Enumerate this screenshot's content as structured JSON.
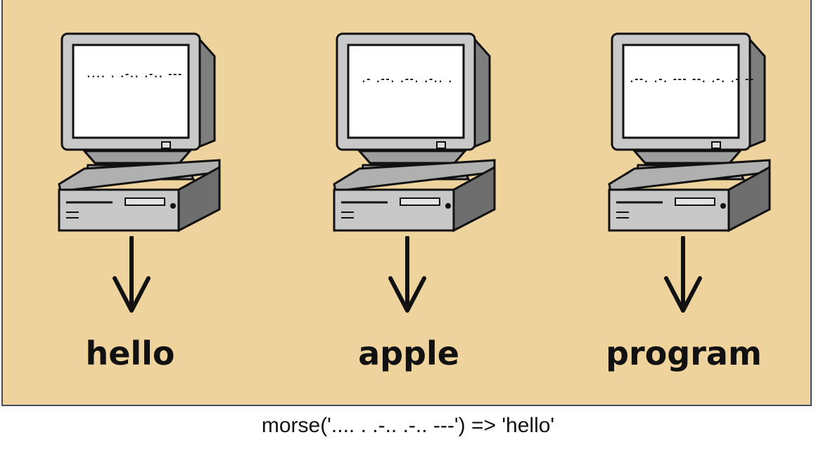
{
  "panels": [
    {
      "morse": ".... . .-.. .-.. ---",
      "word": "hello"
    },
    {
      "morse": ".- .--. .--. .-.. .",
      "word": "apple"
    },
    {
      "morse": ".--. .-. --- --. .-. .- --",
      "word": "program"
    }
  ],
  "caption": "morse('.... . .-.. .-.. ---') => 'hello'",
  "colors": {
    "background": "#efd39d",
    "border": "#3e4f66",
    "ink": "#111111"
  },
  "icons": [
    "computer-icon",
    "down-arrow-icon"
  ]
}
